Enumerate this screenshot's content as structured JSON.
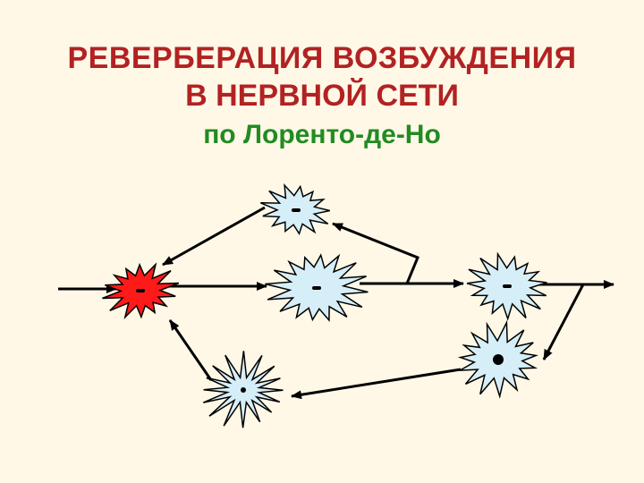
{
  "slide": {
    "title_line1": "РЕВЕРБЕРАЦИЯ  ВОЗБУЖДЕНИЯ",
    "title_line2": "В НЕРВНОЙ СЕТИ",
    "subtitle": "по Лоренто-де-Но"
  },
  "colors": {
    "title": "#B22222",
    "subtitle": "#228B22",
    "active_neuron": "#FF1A1A",
    "neuron": "#D6EEF8",
    "line": "#000000",
    "background": "#FFF8E7"
  },
  "diagram": {
    "neurons": [
      {
        "id": "active",
        "state": "excited"
      },
      {
        "id": "top",
        "state": "resting"
      },
      {
        "id": "middle",
        "state": "resting"
      },
      {
        "id": "right",
        "state": "resting"
      },
      {
        "id": "lower-right",
        "state": "resting"
      },
      {
        "id": "bottom-left",
        "state": "resting"
      }
    ]
  }
}
